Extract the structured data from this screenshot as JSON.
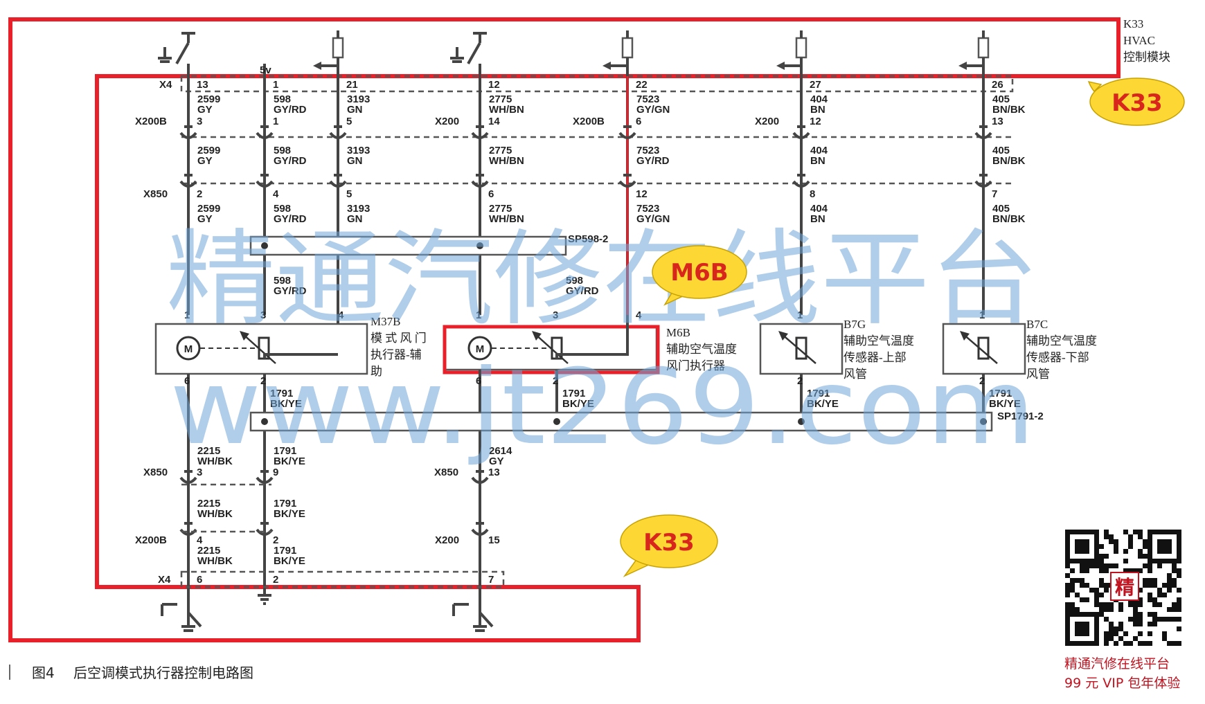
{
  "module": {
    "code": "K33",
    "name": "HVAC",
    "desc": "控制模块"
  },
  "callouts": {
    "k33_top": "K33",
    "k33_bottom": "K33",
    "m6b": "M6B"
  },
  "voltage": "5v",
  "connectors": {
    "x4_top": "X4",
    "x200b_a": "X200B",
    "x200_a": "X200",
    "x200b_b": "X200B",
    "x200_b": "X200",
    "x850_a": "X850",
    "sp598": "SP598-2",
    "x850_b": "X850",
    "x850_c": "X850",
    "x200b_c": "X200B",
    "x200_c": "X200",
    "x4_bottom": "X4",
    "sp1791": "SP1791-2"
  },
  "top_pins": [
    "13",
    "1",
    "21",
    "12",
    "22",
    "27",
    "26"
  ],
  "x200_pins": [
    "3",
    "1",
    "5",
    "14",
    "6",
    "12",
    "13"
  ],
  "x850_pins": [
    "2",
    "4",
    "5",
    "6",
    "12",
    "8",
    "7"
  ],
  "wires_row1": [
    {
      "num": "2599",
      "color": "GY"
    },
    {
      "num": "598",
      "color": "GY/RD"
    },
    {
      "num": "3193",
      "color": "GN"
    },
    {
      "num": "2775",
      "color": "WH/BN"
    },
    {
      "num": "7523",
      "color": "GY/GN"
    },
    {
      "num": "404",
      "color": "BN"
    },
    {
      "num": "405",
      "color": "BN/BK"
    }
  ],
  "wires_row2": [
    {
      "num": "2599",
      "color": "GY"
    },
    {
      "num": "598",
      "color": "GY/RD"
    },
    {
      "num": "3193",
      "color": "GN"
    },
    {
      "num": "2775",
      "color": "WH/BN"
    },
    {
      "num": "7523",
      "color": "GY/RD"
    },
    {
      "num": "404",
      "color": "BN"
    },
    {
      "num": "405",
      "color": "BN/BK"
    }
  ],
  "wires_row3": [
    {
      "num": "2599",
      "color": "GY"
    },
    {
      "num": "598",
      "color": "GY/RD"
    },
    {
      "num": "3193",
      "color": "GN"
    },
    {
      "num": "2775",
      "color": "WH/BN"
    },
    {
      "num": "7523",
      "color": "GY/GN"
    },
    {
      "num": "404",
      "color": "BN"
    },
    {
      "num": "405",
      "color": "BN/BK"
    }
  ],
  "wire_598_a": {
    "num": "598",
    "color": "GY/RD"
  },
  "wire_598_b": {
    "num": "598",
    "color": "GY/RD"
  },
  "m37b": {
    "code": "M37B",
    "l1": "模 式 风 门",
    "l2": "执行器-辅",
    "l3": "助",
    "pins": [
      "1",
      "3",
      "4",
      "6",
      "2"
    ]
  },
  "m6b": {
    "code": "M6B",
    "l1": "辅助空气温度",
    "l2": "风门执行器",
    "pins": [
      "1",
      "3",
      "4",
      "6",
      "2"
    ]
  },
  "b7g": {
    "code": "B7G",
    "l1": "辅助空气温度",
    "l2": "传感器-上部",
    "l3": "风管",
    "pins": [
      "1",
      "2"
    ]
  },
  "b7c": {
    "code": "B7C",
    "l1": "辅助空气温度",
    "l2": "传感器-下部",
    "l3": "风管",
    "pins": [
      "1",
      "2"
    ]
  },
  "motor_symbol": "M",
  "wire_1791": {
    "num": "1791",
    "color": "BK/YE"
  },
  "wires_lower1": [
    {
      "num": "2215",
      "color": "WH/BK"
    },
    {
      "num": "1791",
      "color": "BK/YE"
    },
    {
      "num": "2614",
      "color": "GY"
    }
  ],
  "x850_lower_pins": [
    "3",
    "9",
    "13"
  ],
  "wires_lower2": [
    {
      "num": "2215",
      "color": "WH/BK"
    },
    {
      "num": "1791",
      "color": "BK/YE"
    }
  ],
  "x200_lower_pins": [
    "4",
    "2",
    "15"
  ],
  "wires_lower3": [
    {
      "num": "2215",
      "color": "WH/BK"
    },
    {
      "num": "1791",
      "color": "BK/YE"
    }
  ],
  "x4_bottom_pins": [
    "6",
    "2",
    "7"
  ],
  "watermark": {
    "cn": "精通汽修在线平台",
    "url": "www.jt269.com"
  },
  "caption": {
    "fig": "图4",
    "title": "后空调模式执行器控制电路图"
  },
  "brand": {
    "qr_char": "精",
    "line1": "精通汽修在线平台",
    "line2": "99 元 VIP 包年体验"
  }
}
